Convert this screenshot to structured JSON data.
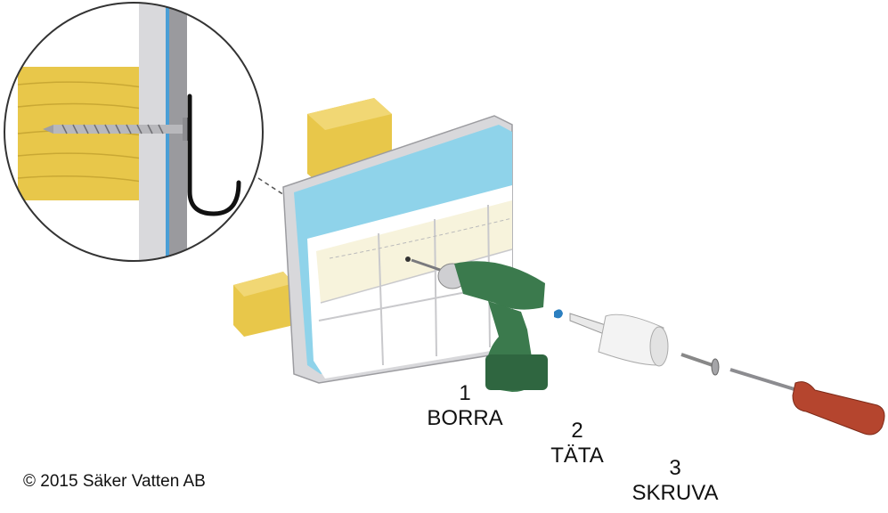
{
  "steps": [
    {
      "number": "1",
      "label": "BORRA"
    },
    {
      "number": "2",
      "label": "TÄTA"
    },
    {
      "number": "3",
      "label": "SKRUVA"
    }
  ],
  "copyright": "© 2015 Säker Vatten AB",
  "colors": {
    "wood": "#e8c74a",
    "membrane": "#8fd3ea",
    "tile": "#f7f3dc",
    "drill": "#3b7a4d",
    "screwdriver_handle": "#b5452e",
    "hook": "#111111"
  },
  "icons": [
    "drill-icon",
    "sealant-tube-icon",
    "screw-icon",
    "screwdriver-icon",
    "hook-icon"
  ]
}
